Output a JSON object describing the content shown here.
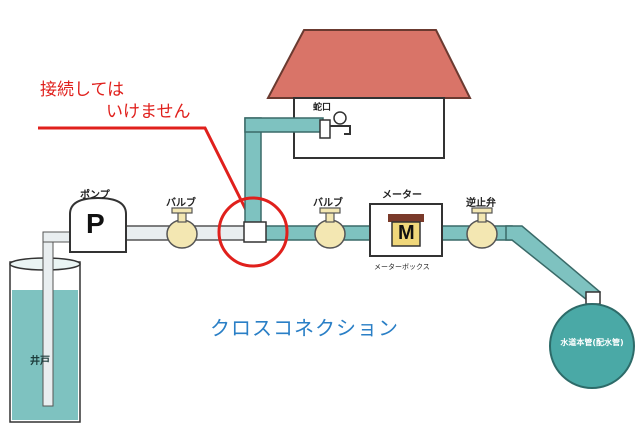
{
  "warning": {
    "line1": "接続しては",
    "line2": "いけません"
  },
  "caption": "クロスコネクション",
  "labels": {
    "faucet": "蛇口",
    "pump": "ポンプ",
    "pump_letter": "P",
    "valve_left": "バルブ",
    "valve_right": "バルブ",
    "meter": "メーター",
    "meter_letter": "M",
    "meter_box": "メーターボックス",
    "check_valve": "逆止弁",
    "well": "井戸",
    "main_pipe": "水道本管(配水管)"
  }
}
